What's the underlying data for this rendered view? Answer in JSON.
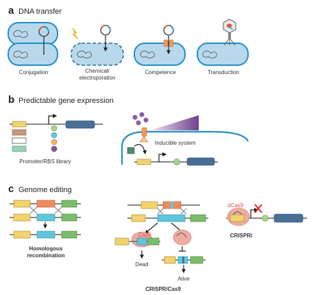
{
  "panels": {
    "a": {
      "letter": "a",
      "title": "DNA transfer",
      "labels": [
        "Conjugation",
        "Chemical/",
        "electroporation",
        "Competence",
        "Transduction"
      ]
    },
    "b": {
      "letter": "b",
      "title": "Predictable gene expression",
      "library_label": "Promoter/RBS library",
      "inducible_label": "Inducible system"
    },
    "c": {
      "letter": "c",
      "title": "Genome editing",
      "homologous": [
        "Homologous",
        "recombination"
      ],
      "cas9": "Cas9",
      "dead": "Dead",
      "alive": "Alive",
      "crispr_label": "CRISPR/Cas9",
      "dcas9": "dCas9",
      "crispri_label": "CRISPRi"
    }
  },
  "colors": {
    "cell_fill": "#b8d8ec",
    "cell_stroke": "#1f8fc8",
    "gene_blue": "#4a6f97",
    "yellow": "#f3d36b",
    "orange": "#ef8c5e",
    "cyan": "#5fc7dc",
    "green": "#7cbd6a",
    "purple": "#7e5898",
    "cas_pink": "#eeaba0",
    "cas_label": "#d9534f",
    "red_x": "#d62728"
  }
}
